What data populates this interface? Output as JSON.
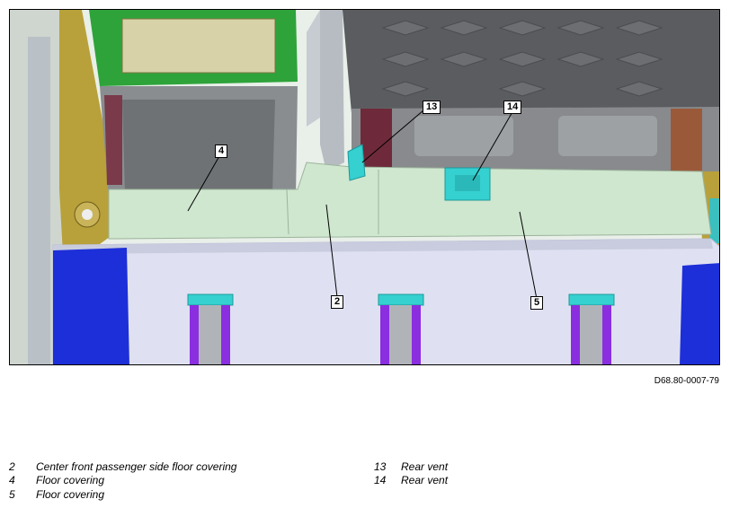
{
  "figure": {
    "doc_ref": "D68.80-0007-79",
    "callouts": [
      {
        "label": "2"
      },
      {
        "label": "4"
      },
      {
        "label": "5"
      },
      {
        "label": "13"
      },
      {
        "label": "14"
      }
    ]
  },
  "legend": {
    "items": [
      {
        "num": "2",
        "text": "Center front passenger side floor covering"
      },
      {
        "num": "4",
        "text": "Floor covering"
      },
      {
        "num": "5",
        "text": "Floor covering"
      },
      {
        "num": "13",
        "text": "Rear vent"
      },
      {
        "num": "14",
        "text": "Rear vent"
      }
    ]
  }
}
